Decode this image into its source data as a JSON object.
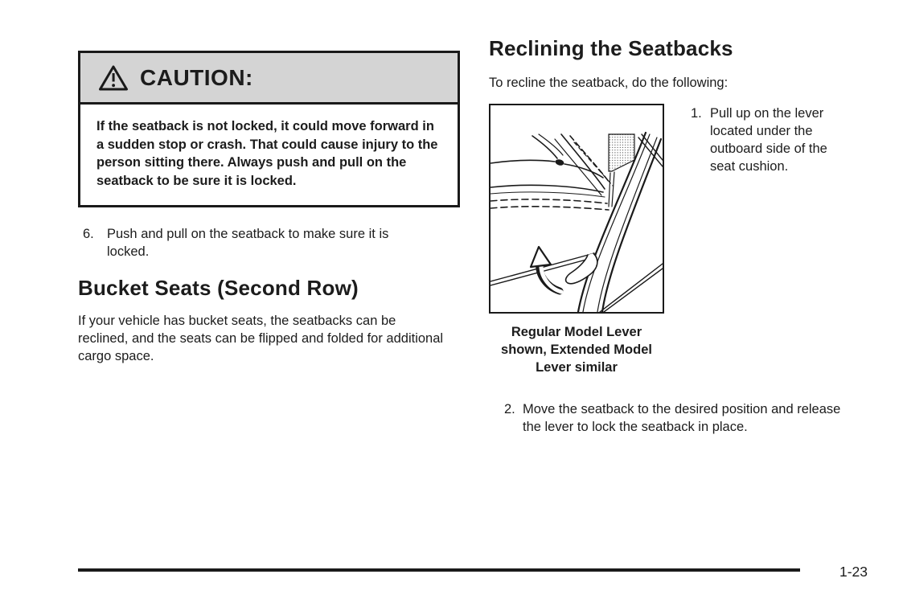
{
  "page": {
    "number": "1-23"
  },
  "colors": {
    "ink": "#1a1a1a",
    "caution_header_bg": "#d4d4d4",
    "paper": "#ffffff"
  },
  "left_column": {
    "caution": {
      "icon": "warning-triangle",
      "title": "CAUTION:",
      "body": "If the seatback is not locked, it could move forward in a sudden stop or crash. That could cause injury to the person sitting there. Always push and pull on the seatback to be sure it is locked."
    },
    "step6": {
      "number": "6.",
      "text": "Push and pull on the seatback to make sure it is locked."
    },
    "section": {
      "heading": "Bucket Seats (Second Row)",
      "body": "If your vehicle has bucket seats, the seatbacks can be reclined, and the seats can be flipped and folded for additional cargo space."
    }
  },
  "right_column": {
    "heading": "Reclining the Seatbacks",
    "intro": "To recline the seatback, do the following:",
    "figure": {
      "caption": "Regular Model Lever shown, Extended Model Lever similar",
      "depicts": "seat-recline-lever-line-drawing-with-up-arrow"
    },
    "steps": [
      {
        "number": "1.",
        "text": "Pull up on the lever located under the outboard side of the seat cushion."
      },
      {
        "number": "2.",
        "text": "Move the seatback to the desired position and release the lever to lock the seatback in place."
      }
    ]
  }
}
